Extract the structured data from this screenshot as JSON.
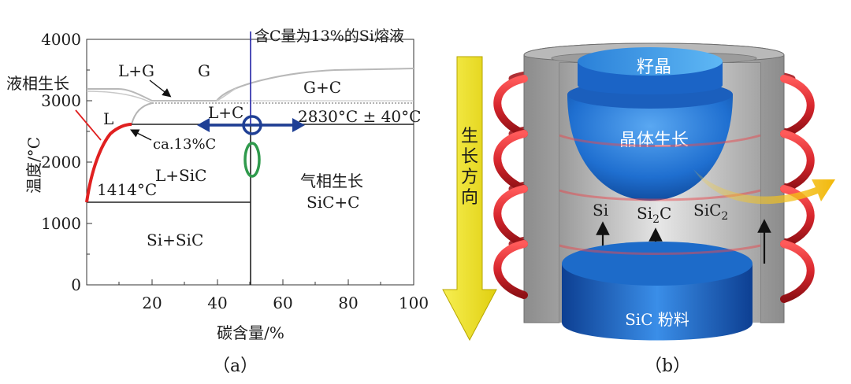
{
  "panel_a": {
    "caption": "（a）",
    "y_axis_label": "温度/°C",
    "x_axis_label": "碳含量/%",
    "y_ticks": [
      "4000",
      "3000",
      "2000",
      "1000",
      "0"
    ],
    "x_ticks": [
      "20",
      "40",
      "60",
      "80",
      "100"
    ],
    "regions": {
      "lg": "L+G",
      "g": "G",
      "gc": "G+C",
      "l": "L",
      "lc": "L+C",
      "lsic": "L+SiC",
      "sisic": "Si+SiC",
      "sicc": "SiC+C"
    },
    "annotations": {
      "liquid_growth": "液相生长",
      "vapor_growth": "气相生长",
      "si_melt": "含C量为13%的Si熔液",
      "peritectic": "2830°C ± 40°C",
      "eutectic": "ca.13%C",
      "melting_point": "1414°C"
    }
  },
  "panel_b": {
    "caption": "（b）",
    "growth_direction": [
      "生",
      "长",
      "方",
      "向"
    ],
    "seed": "籽晶",
    "crystal_growth": "晶体生长",
    "species": {
      "si": "Si",
      "si2c_main": "Si",
      "si2c_sub": "2",
      "si2c_tail": "C",
      "sic2_main": "SiC",
      "sic2_sub": "2"
    },
    "powder": "SiC  粉料"
  },
  "colors": {
    "liquidus": "#e02020",
    "probe_line": "#3b3bb0",
    "arrow_blue": "#1f3f95",
    "ellipse_green": "#2f9a4c",
    "coil": "#d8262d",
    "direction_arrow": "#f2e41c",
    "crystal": "#1f6fd0"
  }
}
